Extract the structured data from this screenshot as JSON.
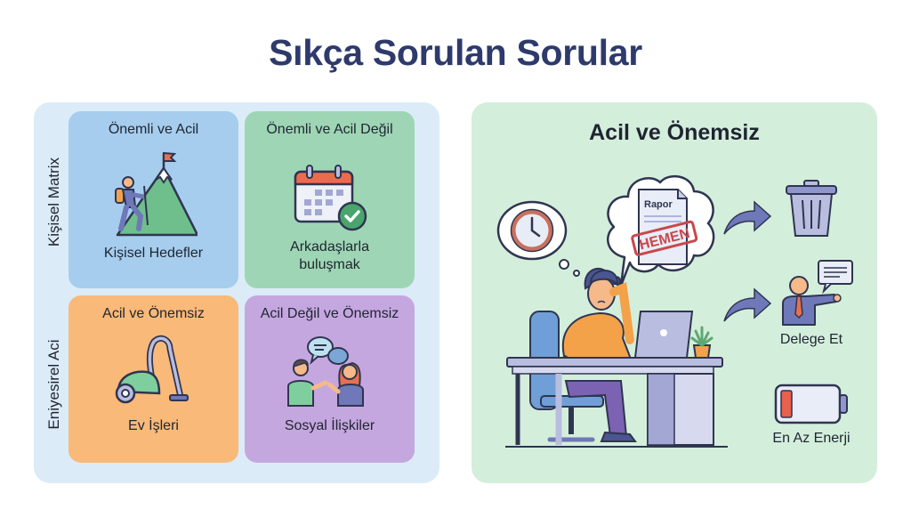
{
  "page": {
    "title": "Sıkça Sorulan Sorular"
  },
  "matrix": {
    "axis_top": "Kişisel Matrix",
    "axis_bottom": "Eniyesirel Aci",
    "quadrants": [
      {
        "title": "Önemli ve Acil",
        "label": "Kişisel Hedefler",
        "icon": "mountain-climber-icon",
        "color": "#a6cdee"
      },
      {
        "title": "Önemli ve Acil Değil",
        "label_line1": "Arkadaşlarla",
        "label_line2": "buluşmak",
        "icon": "calendar-check-icon",
        "color": "#9ed6b5"
      },
      {
        "title": "Acil ve Önemsiz",
        "label": "Ev İşleri",
        "icon": "vacuum-cleaner-icon",
        "color": "#f9b978"
      },
      {
        "title": "Acil Değil ve Önemsiz",
        "label": "Sosyal İlişkiler",
        "icon": "people-chatting-icon",
        "color": "#c5a7e0"
      }
    ]
  },
  "detail": {
    "title": "Acil ve Önemsiz",
    "report_label": "Rapor",
    "stamp_label": "HEMEN",
    "delegate_label": "Delege Et",
    "energy_label": "En Az Enerji",
    "icons": [
      "clock-thought-icon",
      "report-thought-icon",
      "stressed-worker-icon",
      "trash-can-icon",
      "delegate-person-icon",
      "low-battery-icon"
    ]
  },
  "colors": {
    "title": "#2e3a6b",
    "left_panel_bg": "#dcebf8",
    "right_panel_bg": "#d4eedc",
    "outline": "#2f3550",
    "accent_purple": "#6f78b8",
    "stamp_red": "#c9484a"
  }
}
